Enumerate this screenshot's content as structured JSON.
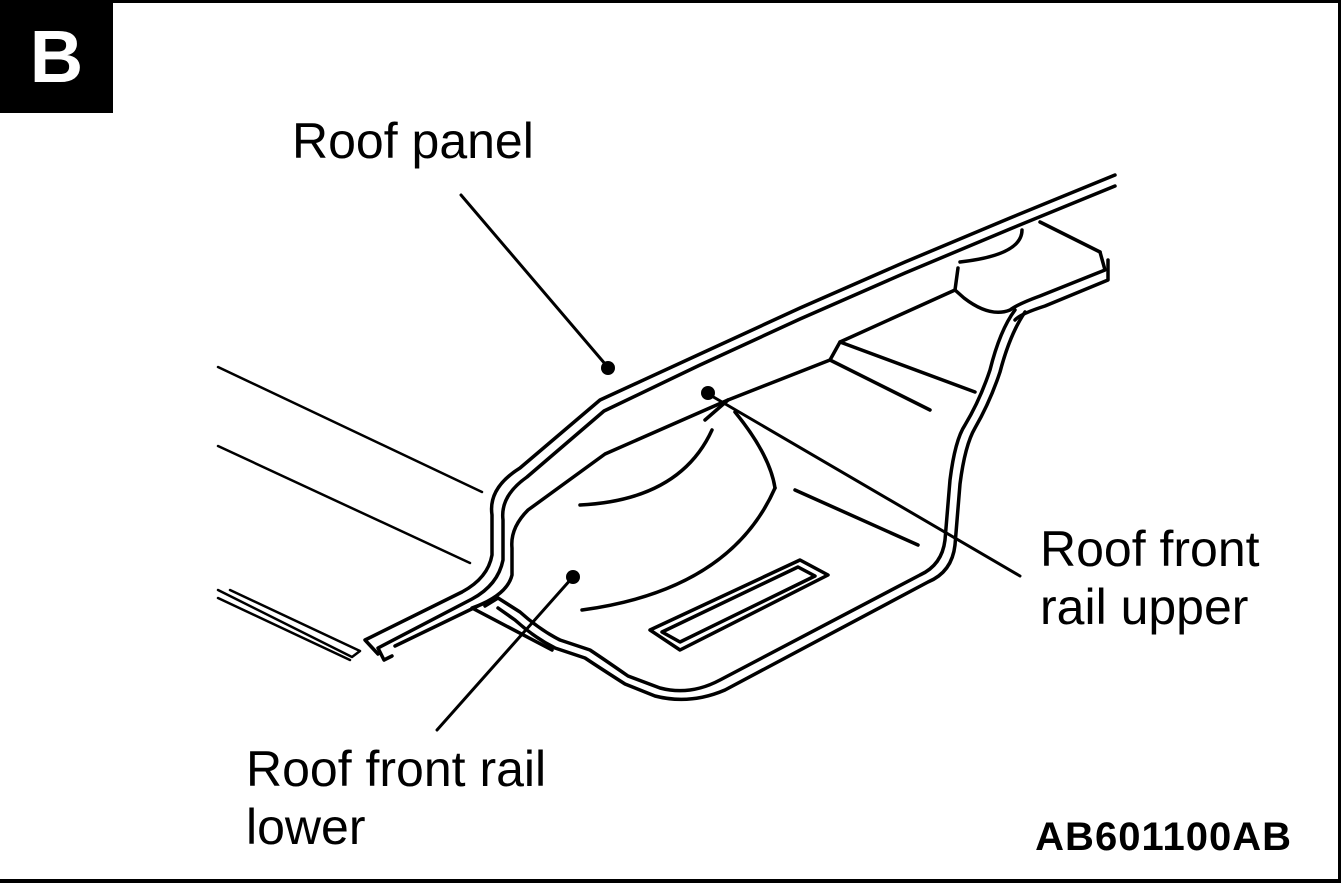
{
  "diagram": {
    "view_letter": "B",
    "figure_code": "AB601100AB",
    "labels": {
      "roof_panel": "Roof panel",
      "rail_upper_line1": "Roof front",
      "rail_upper_line2": "rail upper",
      "rail_lower_line1": "Roof front rail",
      "rail_lower_line2": "lower"
    },
    "colors": {
      "ink": "#000000",
      "paper": "#ffffff"
    }
  }
}
